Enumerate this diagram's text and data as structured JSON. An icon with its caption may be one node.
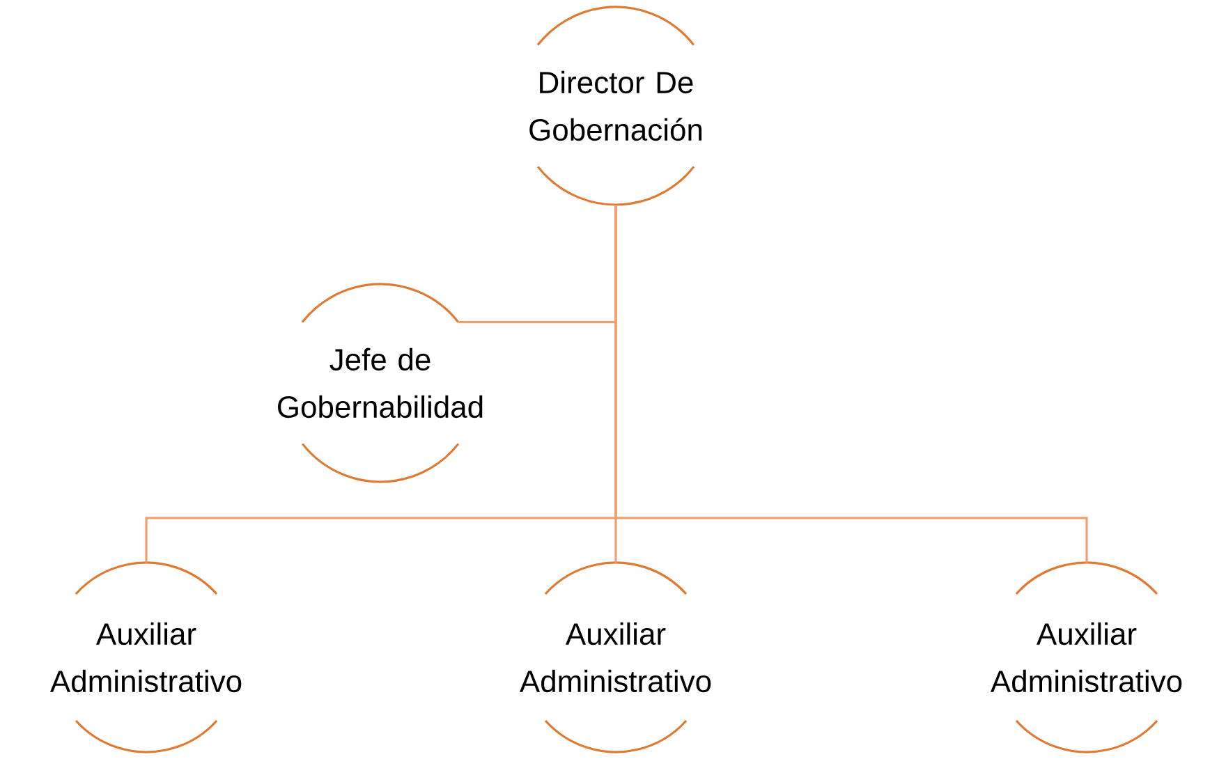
{
  "diagram": {
    "nodes": [
      {
        "text": [
          "Director De Gobernación"
        ]
      },
      {
        "text": [
          "Jefe de Gobernabilidad"
        ]
      },
      {
        "text": [
          "Auxiliar Administrativo"
        ]
      },
      {
        "text": [
          "Auxiliar Administrativo"
        ]
      },
      {
        "text": [
          "Auxiliar Administrativo"
        ]
      }
    ],
    "edges": [
      {
        "from": 0,
        "to": 1,
        "arrow": "none"
      },
      {
        "from": 0,
        "to": 2,
        "arrow": "none"
      },
      {
        "from": 0,
        "to": 3,
        "arrow": "none"
      },
      {
        "from": 0,
        "to": 4,
        "arrow": "none"
      }
    ]
  }
}
